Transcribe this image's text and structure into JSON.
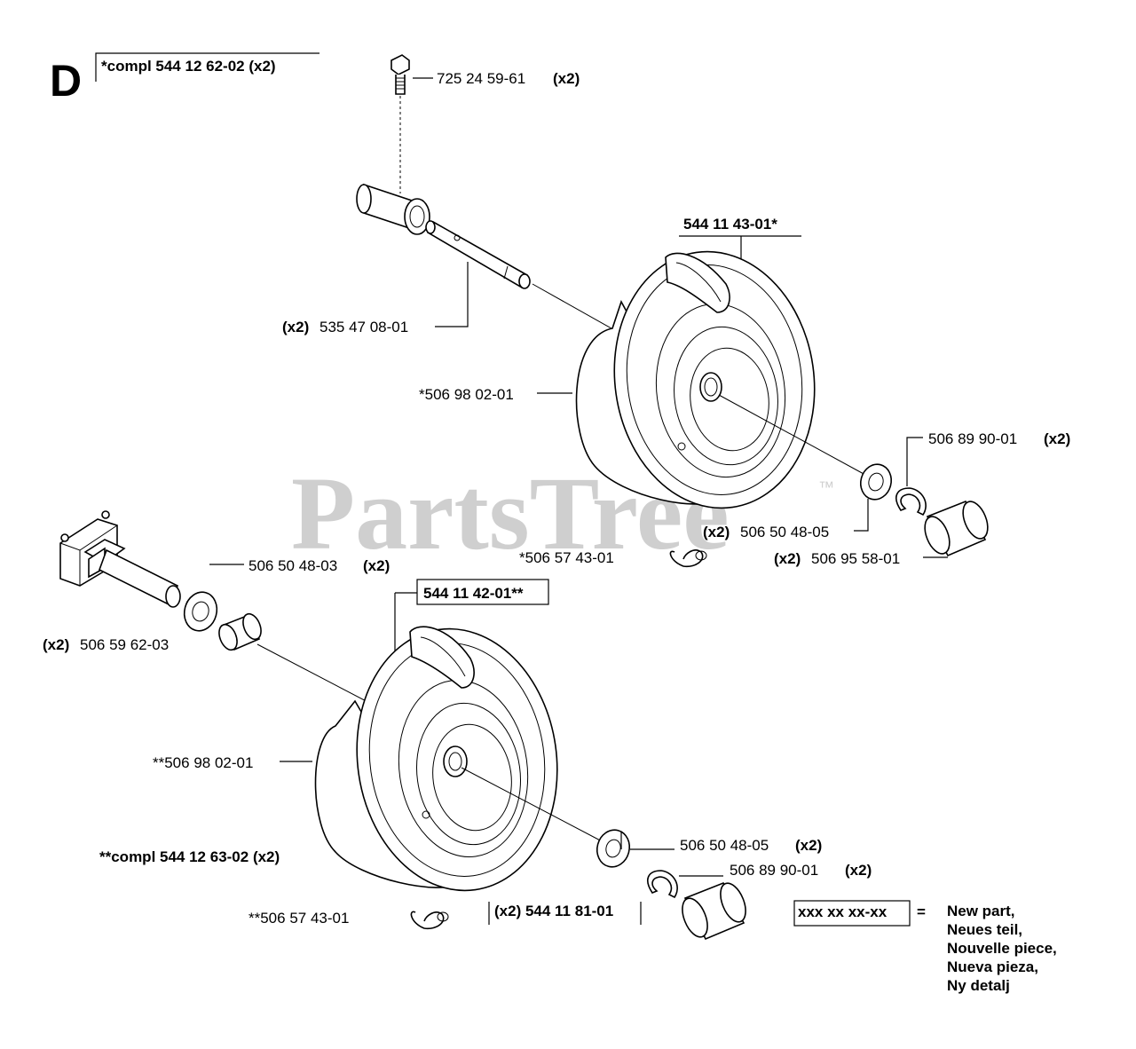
{
  "section_letter": "D",
  "watermark": {
    "text": "PartsTree",
    "tm": "™"
  },
  "labels": {
    "compl_top": "*compl 544 12 62-02 (x2)",
    "bolt_no": "725 24 59-61",
    "bolt_qty": "(x2)",
    "axle_qty": "(x2)",
    "axle_no": "535 47 08-01",
    "wheel_top_assy": "544 11 43-01*",
    "tire_top": "*506 98 02-01",
    "clip_top_no": "506 89 90-01",
    "clip_top_qty": "(x2)",
    "washer_top_qty": "(x2)",
    "washer_top_no": "506 50 48-05",
    "pin_top": "*506 57 43-01",
    "cap_top_qty": "(x2)",
    "cap_top_no": "506 95 58-01",
    "washer_left_no": "506 50 48-03",
    "washer_left_qty": "(x2)",
    "wheel_bottom_assy": "544 11 42-01**",
    "bushing_qty": "(x2)",
    "bushing_no": "506 59 62-03",
    "tire_bottom": "**506 98 02-01",
    "compl_bottom": "**compl 544 12 63-02 (x2)",
    "washer_bottom_no": "506 50 48-05",
    "washer_bottom_qty": "(x2)",
    "clip_bottom_no": "506 89 90-01",
    "clip_bottom_qty": "(x2)",
    "pin_bottom": "**506 57 43-01",
    "cap_bottom": "(x2) 544 11 81-01"
  },
  "legend": {
    "code": "xxx xx xx-xx",
    "equals": "=",
    "lines": [
      "New part,",
      "Neues teil,",
      "Nouvelle piece,",
      "Nueva pieza,",
      "Ny detalj"
    ]
  }
}
